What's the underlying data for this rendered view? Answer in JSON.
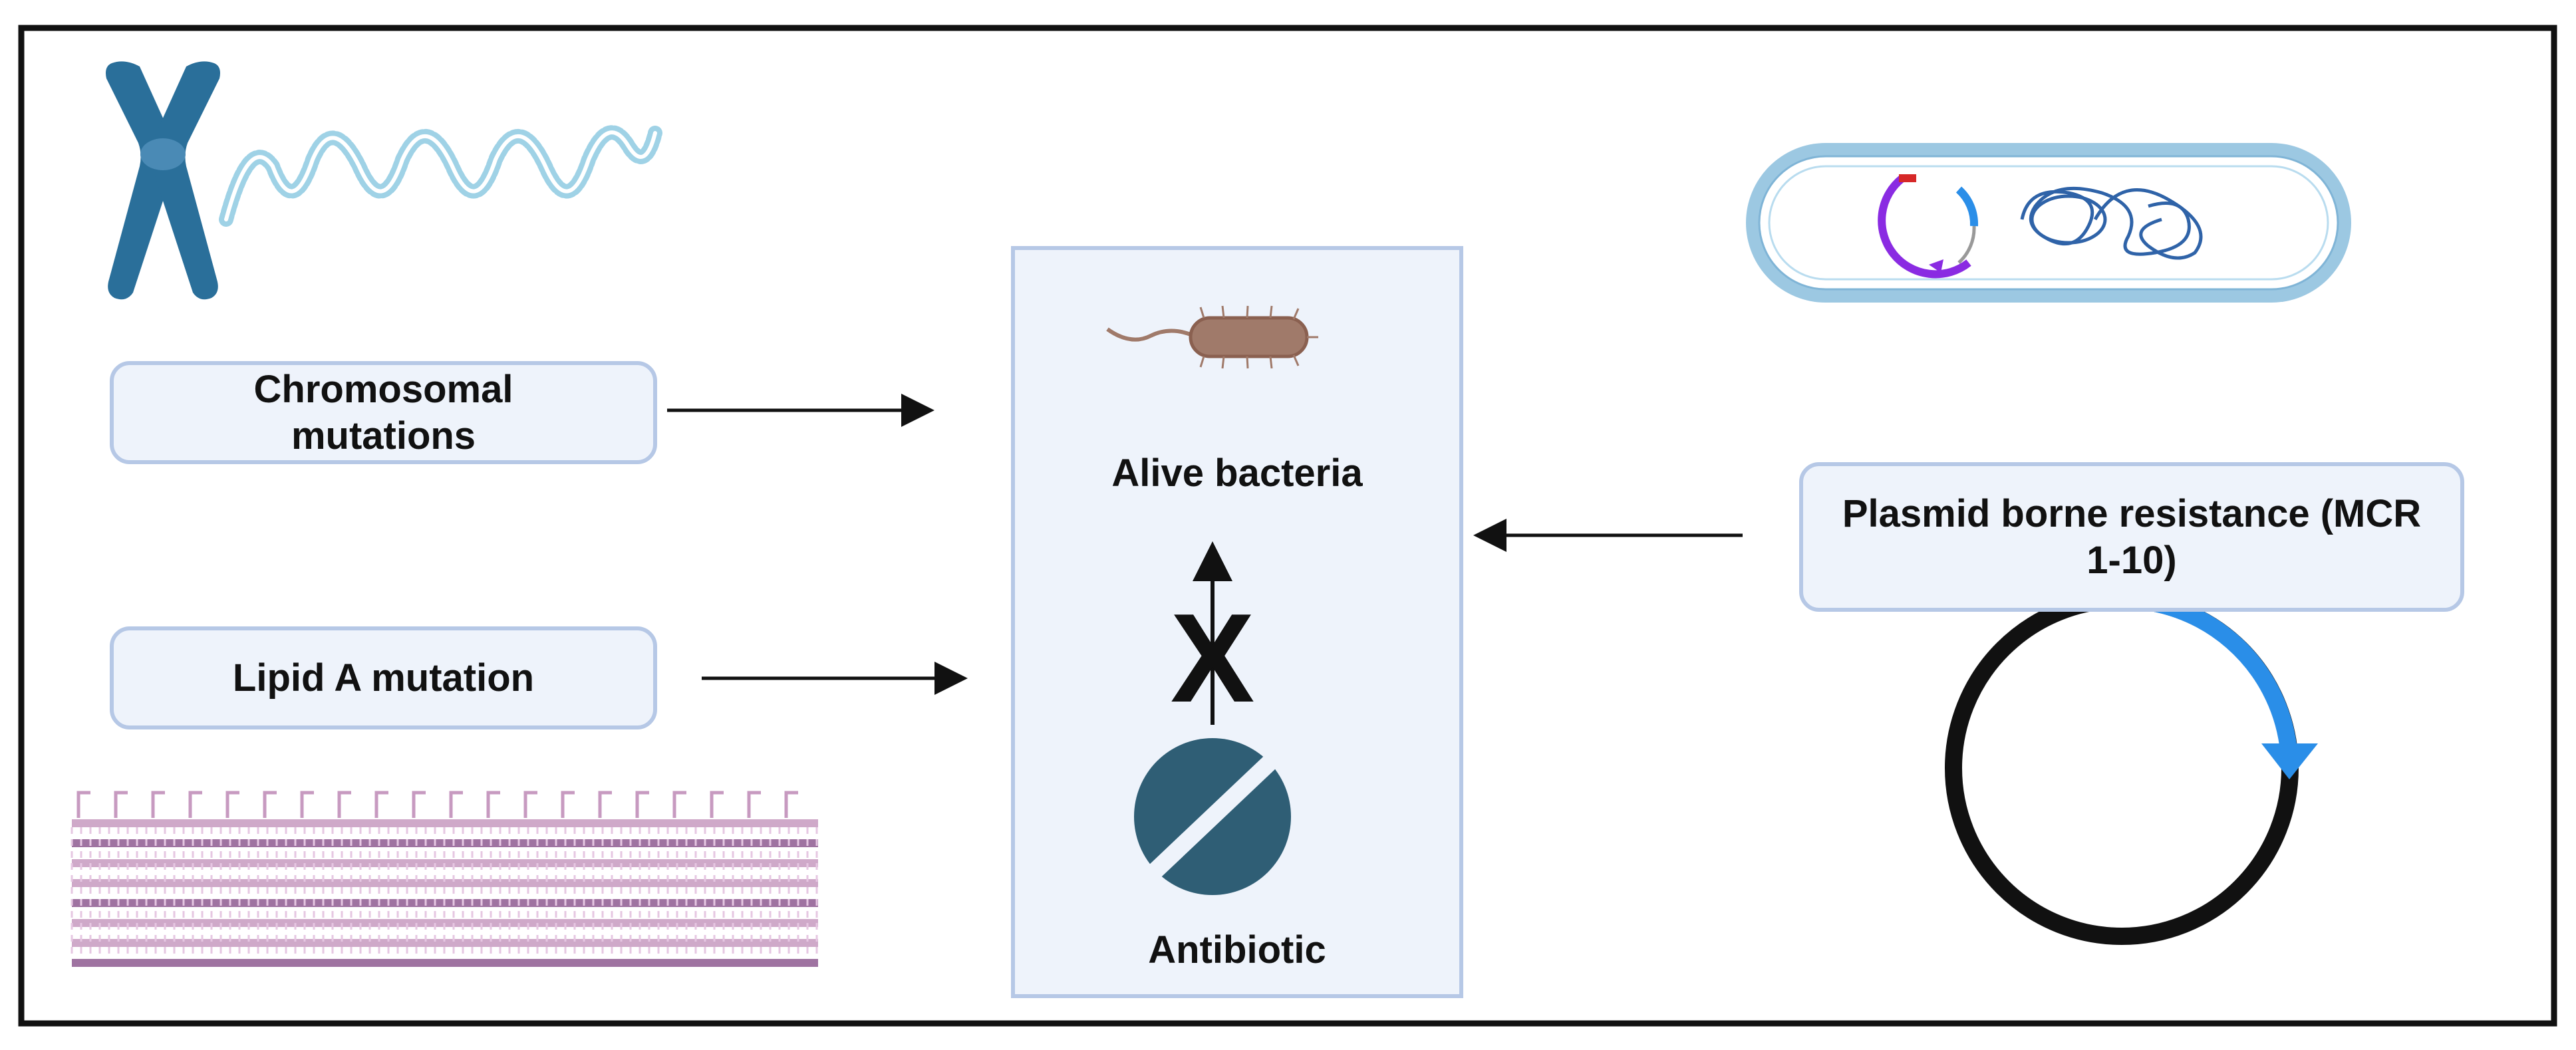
{
  "labels": {
    "chromosomal": "Chromosomal mutations",
    "lipid_a": "Lipid A mutation",
    "plasmid": "Plasmid borne resistance (MCR 1-10)",
    "alive_bacteria": "Alive bacteria",
    "antibiotic": "Antibiotic",
    "blocked_mark": "X"
  },
  "colors": {
    "frame": "#111111",
    "box_fill": "#eef3fb",
    "box_border": "#b6c8e6",
    "chromosome": "#2a6f9a",
    "dna_strand": "#9fd2e6",
    "bacterium": "#a07a6a",
    "pill": "#2f5e75",
    "plasmid_arrow": "#2a8ee8",
    "membrane": "#c79ac0",
    "cell_wall": "#9cc8e2",
    "plasmid_purple": "#8a2be2"
  },
  "icons": [
    "chromosome-icon",
    "dna-strand-icon",
    "bacterial-cell-icon",
    "bacterium-icon",
    "antibiotic-pill-icon",
    "plasmid-icon",
    "lipid-membrane-icon",
    "block-x-icon"
  ]
}
